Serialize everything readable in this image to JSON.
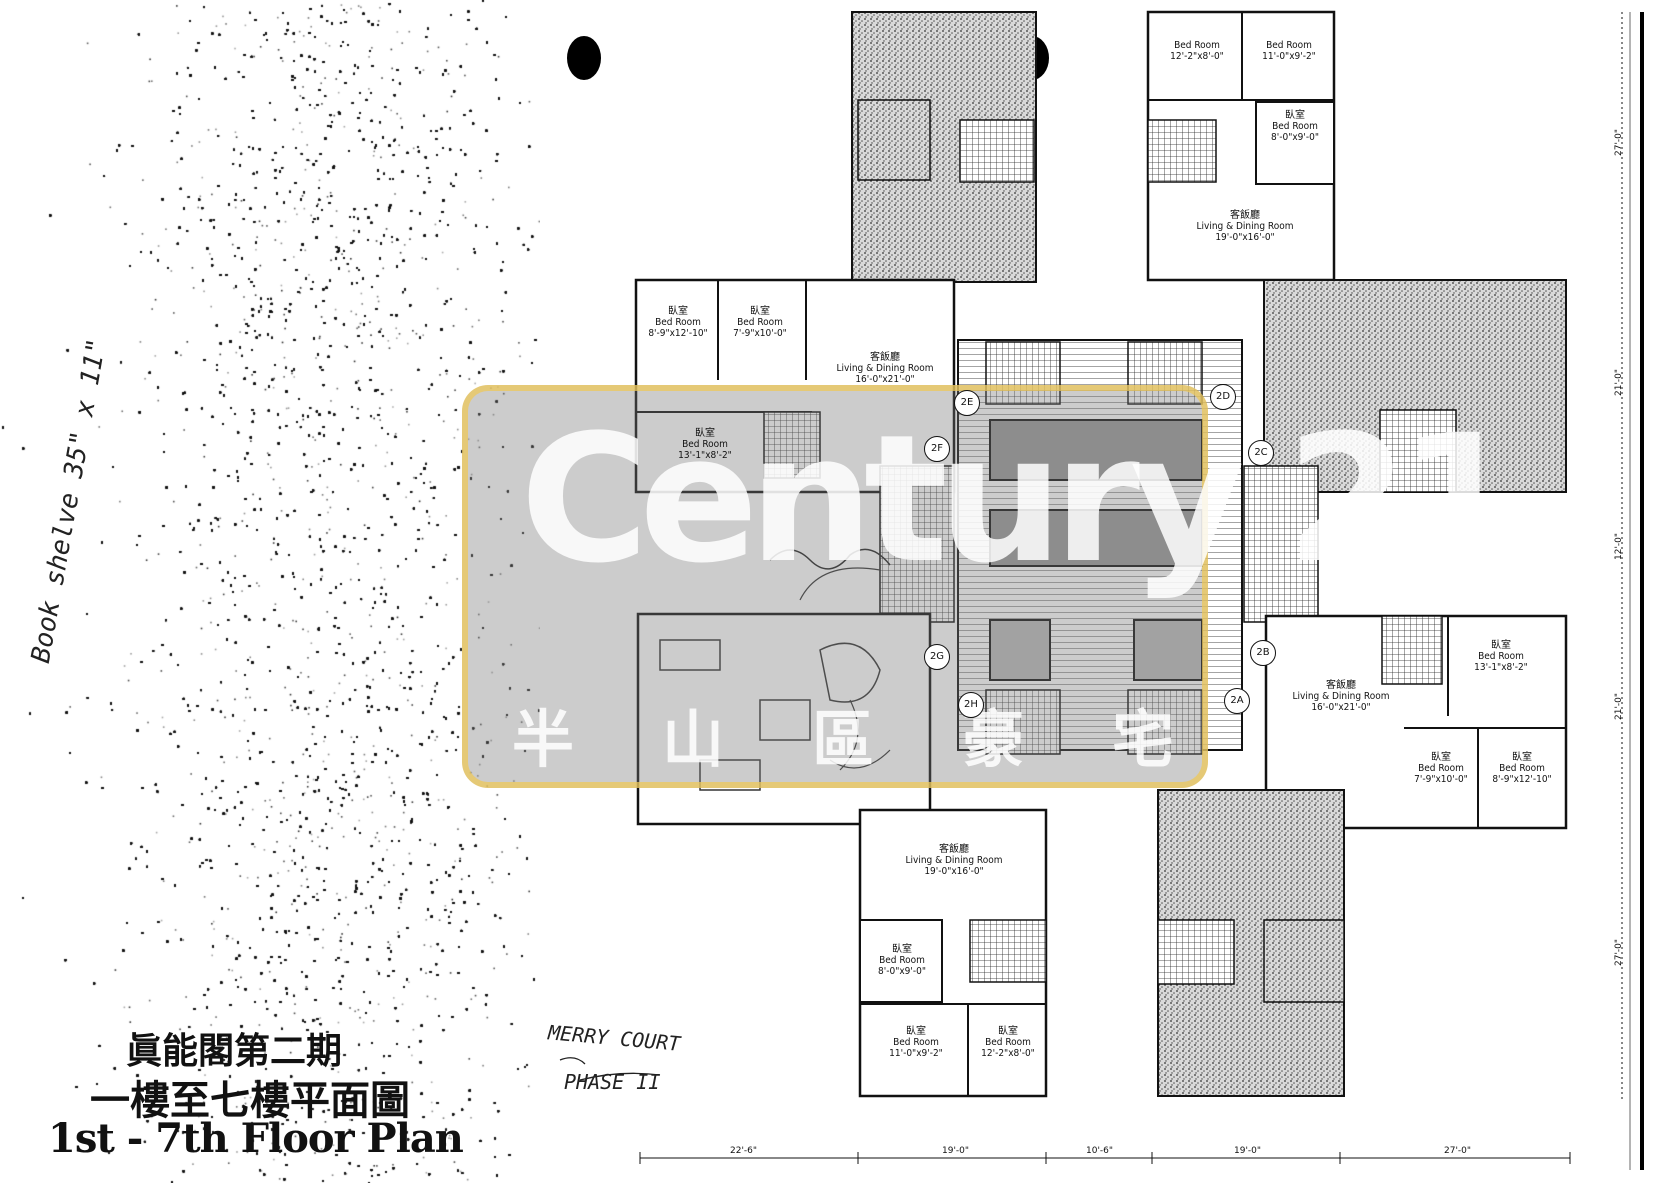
{
  "title": {
    "chinese_1": "眞能閣第二期",
    "chinese_2": "一樓至七樓平面圖",
    "english": "1st - 7th Floor Plan"
  },
  "handwritten": {
    "side_note": "Book shelve 35\" x 11\"",
    "court_name": "MERRY COURT",
    "phase": "PHASE II"
  },
  "watermark": {
    "logo": "Century 21",
    "subtitle": "半山區豪宅"
  },
  "units": [
    "2A",
    "2B",
    "2C",
    "2D",
    "2E",
    "2F",
    "2G",
    "2H"
  ],
  "rooms": [
    {
      "zh": "",
      "en": "Bed Room",
      "dim": "12'-2\"x8'-0\""
    },
    {
      "zh": "",
      "en": "Bed Room",
      "dim": "11'-0\"x9'-2\""
    },
    {
      "zh": "臥室",
      "en": "Bed Room",
      "dim": "8'-0\"x9'-0\""
    },
    {
      "zh": "客飯廳",
      "en": "Living & Dining Room",
      "dim": "19'-0\"x16'-0\""
    },
    {
      "zh": "臥室",
      "en": "Bed Room",
      "dim": "8'-9\"x12'-10\""
    },
    {
      "zh": "臥室",
      "en": "Bed Room",
      "dim": "7'-9\"x10'-0\""
    },
    {
      "zh": "客飯廳",
      "en": "Living & Dining Room",
      "dim": "16'-0\"x21'-0\""
    },
    {
      "zh": "臥室",
      "en": "Bed Room",
      "dim": "13'-1\"x8'-2\""
    },
    {
      "zh": "臥室",
      "en": "Bed Room",
      "dim": "13'-1\"x8'-2\""
    },
    {
      "zh": "客飯廳",
      "en": "Living & Dining Room",
      "dim": "16'-0\"x21'-0\""
    },
    {
      "zh": "臥室",
      "en": "Bed Room",
      "dim": "7'-9\"x10'-0\""
    },
    {
      "zh": "臥室",
      "en": "Bed Room",
      "dim": "8'-9\"x12'-10\""
    },
    {
      "zh": "客飯廳",
      "en": "Living & Dining Room",
      "dim": "19'-0\"x16'-0\""
    },
    {
      "zh": "臥室",
      "en": "Bed Room",
      "dim": "8'-0\"x9'-0\""
    },
    {
      "zh": "臥室",
      "en": "Bed Room",
      "dim": "11'-0\"x9'-2\""
    },
    {
      "zh": "臥室",
      "en": "Bed Room",
      "dim": "12'-2\"x8'-0\""
    }
  ],
  "dimensions_bottom": [
    "22'-6\"",
    "19'-0\"",
    "10'-6\"",
    "19'-0\"",
    "27'-0\""
  ],
  "dimensions_right": [
    "27'-0\"",
    "21'-0\"",
    "12'-0\"",
    "21'-0\"",
    "27'-0\""
  ]
}
